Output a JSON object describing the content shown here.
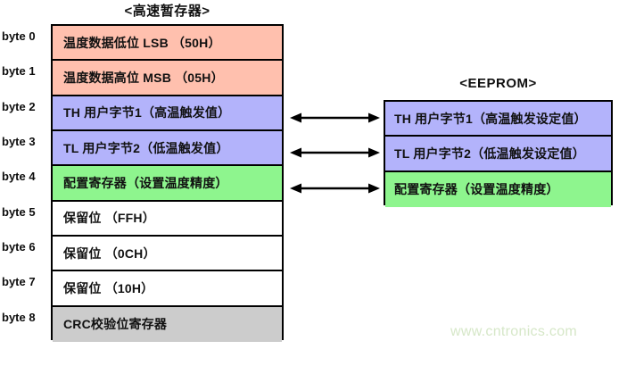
{
  "diagram": {
    "scratchpad": {
      "title": "<高速暂存器>",
      "byte_labels": [
        "byte 0",
        "byte 1",
        "byte 2",
        "byte 3",
        "byte 4",
        "byte 5",
        "byte 6",
        "byte 7",
        "byte 8"
      ],
      "rows": [
        {
          "label": "温度数据低位 LSB （50H）",
          "color": "#ffc0ae",
          "color_name": "salmon"
        },
        {
          "label": "温度数据高位 MSB （05H）",
          "color": "#ffc0ae",
          "color_name": "salmon"
        },
        {
          "label": "TH 用户字节1（高温触发值）",
          "color": "#b3b3fb",
          "color_name": "purple"
        },
        {
          "label": "TL 用户字节2（低温触发值）",
          "color": "#b3b3fb",
          "color_name": "purple"
        },
        {
          "label": "配置寄存器（设置温度精度）",
          "color": "#8ef58e",
          "color_name": "green"
        },
        {
          "label": "保留位 （FFH）",
          "color": "#ffffff",
          "color_name": "white"
        },
        {
          "label": "保留位 （0CH）",
          "color": "#ffffff",
          "color_name": "white"
        },
        {
          "label": "保留位 （10H）",
          "color": "#ffffff",
          "color_name": "white"
        },
        {
          "label": "CRC校验位寄存器",
          "color": "#cccccc",
          "color_name": "gray"
        }
      ]
    },
    "eeprom": {
      "title": "<EEPROM>",
      "rows": [
        {
          "label": "TH 用户字节1（高温触发设定值）",
          "color": "#b3b3fb",
          "color_name": "purple"
        },
        {
          "label": "TL 用户字节2（低温触发设定值）",
          "color": "#b3b3fb",
          "color_name": "purple"
        },
        {
          "label": "配置寄存器（设置温度精度）",
          "color": "#8ef58e",
          "color_name": "green"
        }
      ]
    },
    "connectors": [
      {
        "name": "byte2-th-link",
        "style": "double-headed-arrow"
      },
      {
        "name": "byte3-tl-link",
        "style": "double-headed-arrow"
      },
      {
        "name": "byte4-config-link",
        "style": "double-headed-arrow"
      }
    ]
  },
  "watermark": {
    "text": "www.cntronics.com",
    "color": "#d6e7c8"
  }
}
